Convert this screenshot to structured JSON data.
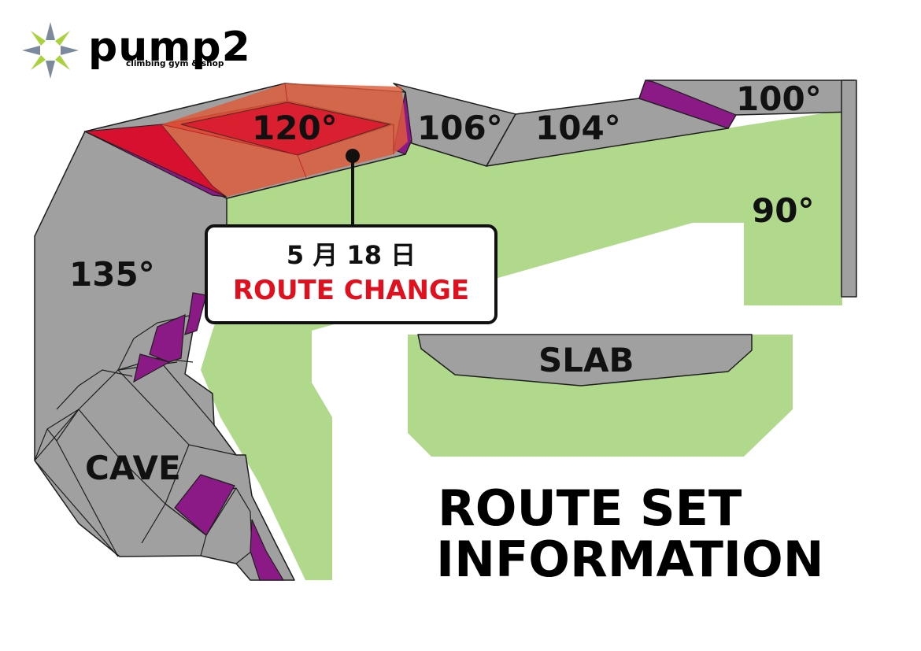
{
  "logo": {
    "name": "pump2",
    "tagline": "climbing gym & shop"
  },
  "zones": {
    "z120": "120°",
    "z106": "106°",
    "z104": "104°",
    "z100": "100°",
    "z90": "90°",
    "z135": "135°",
    "cave": "CAVE",
    "slab": "SLAB"
  },
  "callout": {
    "date": "5 月 18 日",
    "text": "ROUTE CHANGE"
  },
  "title": {
    "line1": "ROUTE SET",
    "line2": "INFORMATION"
  },
  "legend_colors": {
    "wall": "#a0a0a0",
    "floor": "#b1d98c",
    "hold_strip": "#8b1a86",
    "route_change_highlight": "#d8102f",
    "route_change_overlay": "#de5a38",
    "callout_text": "#e0101e"
  }
}
